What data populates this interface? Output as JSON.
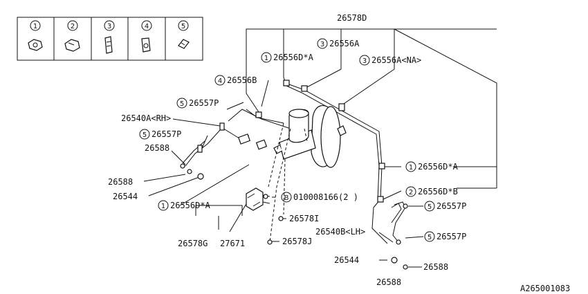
{
  "key_items": [
    {
      "num": "1",
      "icon": "clip-type-1-icon"
    },
    {
      "num": "2",
      "icon": "clip-type-2-icon"
    },
    {
      "num": "3",
      "icon": "clip-type-3-icon"
    },
    {
      "num": "4",
      "icon": "clip-type-4-icon"
    },
    {
      "num": "5",
      "icon": "clip-type-5-icon"
    }
  ],
  "labels": {
    "l_26578D": "26578D",
    "l_26556A_1": "26556A",
    "l_26556DA_top": "26556D*A",
    "l_26556A_NA": "26556A<NA>",
    "l_26556B": "26556B",
    "l_26557P_1": "26557P",
    "l_26540A": "26540A<RH>",
    "l_26557P_2": "26557P",
    "l_26588_1": "26588",
    "l_26588_2": "26588",
    "l_26544_1": "26544",
    "l_26556DA_left": "26556D*A",
    "l_26578G": "26578G",
    "l_27671": "27671",
    "l_bolt": "010008166(2 )",
    "l_26578I": "26578I",
    "l_26578J": "26578J",
    "l_26556DA_right": "26556D*A",
    "l_26556DB": "26556D*B",
    "l_26557P_3": "26557P",
    "l_26540B": "26540B<LH>",
    "l_26557P_4": "26557P",
    "l_26544_2": "26544",
    "l_26588_3": "26588",
    "l_26588_4": "26588",
    "diagram_code": "A265001083"
  },
  "callouts": {
    "c1": "3",
    "c2": "1",
    "c3": "3",
    "c4": "4",
    "c5": "5",
    "c6": "5",
    "c7": "1",
    "c8": "B",
    "c9": "1",
    "c10": "2",
    "c11": "5",
    "c12": "5"
  }
}
